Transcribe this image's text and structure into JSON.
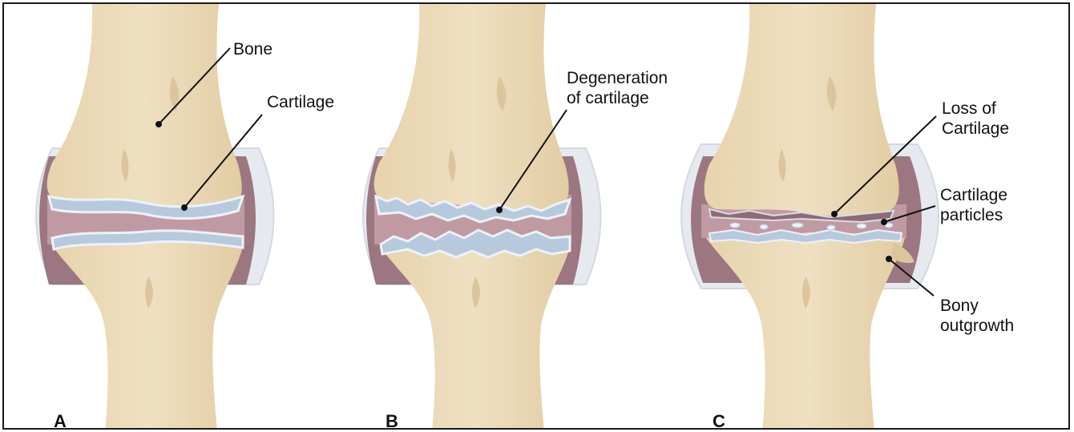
{
  "panels": [
    {
      "letter": "A",
      "labels": {
        "bone": "Bone",
        "cartilage": "Cartilage"
      }
    },
    {
      "letter": "B",
      "labels": {
        "degeneration": "Degeneration\nof cartilage"
      }
    },
    {
      "letter": "C",
      "labels": {
        "loss": "Loss of\nCartilage",
        "particles": "Cartilage\nparticles",
        "outgrowth": "Bony\noutgrowth"
      }
    }
  ],
  "colors": {
    "bone": "#ead9b6",
    "bone_shadow": "#dcc59c",
    "capsule": "#e4e7ee",
    "synovium": "#9c7680",
    "synovial_fluid": "#c09aa3",
    "cartilage": "#b7c9dd",
    "cartilage_edge": "#edf2f8",
    "leader_line": "#111111"
  }
}
